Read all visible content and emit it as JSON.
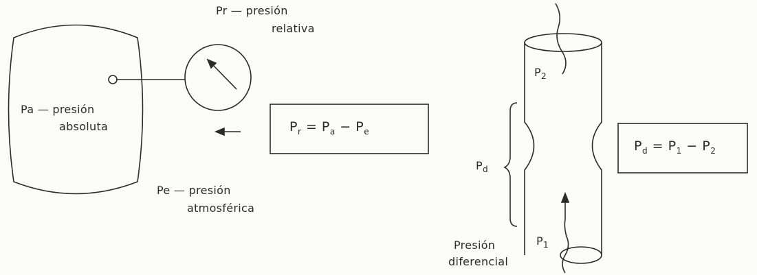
{
  "gauge_label": {
    "line1": "Pr — presión",
    "line2": "relativa"
  },
  "tank_label": {
    "line1": "Pa — presión",
    "line2": "absoluta"
  },
  "atmos_label": {
    "line1": "Pe — presión",
    "line2": "atmosférica"
  },
  "formula_relative": {
    "lhs": "P",
    "lhs_sub": "r",
    "eq": "=",
    "a": "P",
    "a_sub": "a",
    "minus": "−",
    "b": "P",
    "b_sub": "e"
  },
  "pipe_labels": {
    "p2": "P",
    "p2_sub": "2",
    "p1": "P",
    "p1_sub": "1",
    "pd": "P",
    "pd_sub": "d"
  },
  "diff_label": {
    "line1": "Presión",
    "line2": "diferencial"
  },
  "formula_diff": {
    "lhs": "P",
    "lhs_sub": "d",
    "eq": "=",
    "a": "P",
    "a_sub": "1",
    "minus": "−",
    "b": "P",
    "b_sub": "2"
  }
}
